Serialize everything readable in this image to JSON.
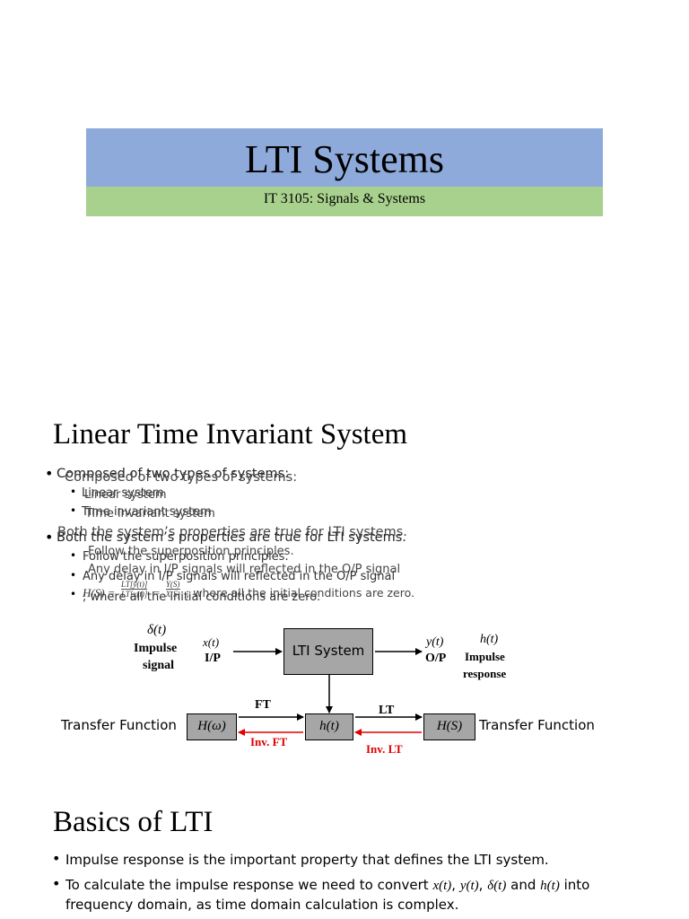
{
  "slide1": {
    "title": "LTI Systems",
    "subtitle": "IT 3105: Signals & Systems"
  },
  "slide2": {
    "heading": "Linear Time Invariant System",
    "bullets": {
      "composed": "Composed of two types of systems:",
      "composed_alt": "Composed of two types of systems:",
      "linear": "Linear system",
      "linear_alt": "Linear system",
      "time_invariant": "Time invariant system",
      "time_invariant_alt": "Time invariant system",
      "both": "Both the system’s properties are true for LTI systems.",
      "both_alt": "Both the system’s properties are true for LTI systems.",
      "superposition": "Follow the superposition principles.",
      "superposition_alt": "Follow the superposition principles.",
      "delay": "Any delay in I/P signals will reflected in the O/P signal",
      "delay_alt": "Any delay in I/P signals will reflected in the O/P signal",
      "formula_lhs": "H(S) =",
      "formula_frac1_num": "LT[y(t)]",
      "formula_frac1_den": "LT[x(t)]",
      "formula_eq": "=",
      "formula_frac2_num": "Y(S)",
      "formula_frac2_den": "X(S)",
      "formula_tail": "; where all the initial conditions are zero.",
      "formula_tail_alt": "; where all the initial conditions are zero."
    }
  },
  "diagram": {
    "delta": "δ(t)",
    "impulse_signal_line1": "Impulse",
    "impulse_signal_line2": "signal",
    "xt": "x(t)",
    "ip": "I/P",
    "lti_box": "LTI System",
    "yt": "y(t)",
    "op": "O/P",
    "ht_top": "h(t)",
    "impulse_response_line1": "Impulse",
    "impulse_response_line2": "response",
    "transfer_left": "Transfer Function",
    "h_omega": "H(ω)",
    "ft": "FT",
    "inv_ft": "Inv. FT",
    "h_t_box": "h(t)",
    "lt": "LT",
    "inv_lt": "Inv. LT",
    "h_s": "H(S)",
    "transfer_right": "Transfer Function"
  },
  "slide3": {
    "heading": "Basics of LTI",
    "bullet1": "Impulse response is the important property that defines the LTI system.",
    "bullet2_pre": "To calculate the impulse response we need to convert",
    "bullet2_xt": "x(t)",
    "bullet2_comma1": ",",
    "bullet2_yt": "y(t)",
    "bullet2_comma2": ",",
    "bullet2_delta": "δ(t)",
    "bullet2_and": "and",
    "bullet2_ht": "h(t)",
    "bullet2_post": "into",
    "bullet2_line2": "frequency domain, as time domain calculation is complex."
  }
}
